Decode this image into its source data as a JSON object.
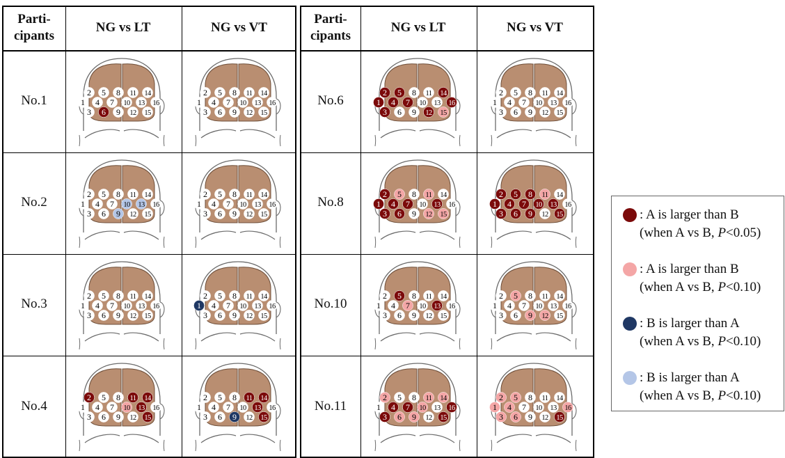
{
  "headers": {
    "participants": [
      "Parti-",
      "cipants"
    ],
    "col1": "NG vs LT",
    "col2": "NG vs VT"
  },
  "left_rows": [
    {
      "participant": "No.1",
      "lt": {
        "dark_red": [
          6
        ],
        "pink": [],
        "dark_blue": [],
        "light_blue": []
      },
      "vt": {
        "dark_red": [],
        "pink": [],
        "dark_blue": [],
        "light_blue": []
      }
    },
    {
      "participant": "No.2",
      "lt": {
        "dark_red": [],
        "pink": [],
        "dark_blue": [],
        "light_blue": [
          9,
          10,
          13
        ]
      },
      "vt": {
        "dark_red": [],
        "pink": [],
        "dark_blue": [],
        "light_blue": []
      }
    },
    {
      "participant": "No.3",
      "lt": {
        "dark_red": [],
        "pink": [],
        "dark_blue": [],
        "light_blue": []
      },
      "vt": {
        "dark_red": [],
        "pink": [],
        "dark_blue": [
          1
        ],
        "light_blue": []
      }
    },
    {
      "participant": "No.4",
      "lt": {
        "dark_red": [
          2,
          11,
          13,
          14,
          15
        ],
        "pink": [
          10
        ],
        "dark_blue": [],
        "light_blue": []
      },
      "vt": {
        "dark_red": [
          11,
          13,
          14,
          15
        ],
        "pink": [],
        "dark_blue": [
          9
        ],
        "light_blue": []
      }
    }
  ],
  "right_rows": [
    {
      "participant": "No.6",
      "lt": {
        "dark_red": [
          1,
          2,
          3,
          4,
          5,
          7,
          12,
          14,
          16
        ],
        "pink": [
          15
        ],
        "dark_blue": [],
        "light_blue": []
      },
      "vt": {
        "dark_red": [],
        "pink": [],
        "dark_blue": [],
        "light_blue": []
      }
    },
    {
      "participant": "No.8",
      "lt": {
        "dark_red": [
          1,
          2,
          3,
          4,
          6,
          7,
          13
        ],
        "pink": [
          5,
          11,
          12,
          15
        ],
        "dark_blue": [],
        "light_blue": []
      },
      "vt": {
        "dark_red": [
          1,
          2,
          3,
          4,
          5,
          6,
          7,
          8,
          9,
          10,
          13,
          15
        ],
        "pink": [
          11
        ],
        "dark_blue": [],
        "light_blue": []
      }
    },
    {
      "participant": "No.10",
      "lt": {
        "dark_red": [
          5,
          13
        ],
        "pink": [
          7
        ],
        "dark_blue": [],
        "light_blue": []
      },
      "vt": {
        "dark_red": [],
        "pink": [
          5,
          9,
          12
        ],
        "dark_blue": [],
        "light_blue": []
      }
    },
    {
      "participant": "No.11",
      "lt": {
        "dark_red": [
          3,
          4,
          7,
          15,
          16
        ],
        "pink": [
          2,
          6,
          9,
          10,
          11,
          14
        ],
        "dark_blue": [],
        "light_blue": []
      },
      "vt": {
        "dark_red": [
          15
        ],
        "pink": [
          1,
          2,
          3,
          4,
          5,
          6,
          16
        ],
        "dark_blue": [],
        "light_blue": []
      }
    }
  ],
  "colors": {
    "dark_red": "#7b0a0a",
    "pink": "#f4a6a6",
    "dark_blue": "#1f3864",
    "light_blue": "#b4c6e7",
    "brain": "#b98e71",
    "skull_outline": "#6b6b6b"
  },
  "legend": [
    {
      "color_key": "dark_red",
      "line1": ": A is larger than B",
      "line2_prefix": "(when A vs B, ",
      "line2_p": "P",
      "line2_suffix": "<0.05)"
    },
    {
      "color_key": "pink",
      "line1": ": A is larger than B",
      "line2_prefix": "(when A vs B, ",
      "line2_p": "P",
      "line2_suffix": "<0.10)"
    },
    {
      "color_key": "dark_blue",
      "line1": ": B is larger than A",
      "line2_prefix": "(when A vs B, ",
      "line2_p": "P",
      "line2_suffix": "<0.10)"
    },
    {
      "color_key": "light_blue",
      "line1": ": B is larger than A",
      "line2_prefix": "(when A vs B, ",
      "line2_p": "P",
      "line2_suffix": "<0.10)"
    }
  ]
}
